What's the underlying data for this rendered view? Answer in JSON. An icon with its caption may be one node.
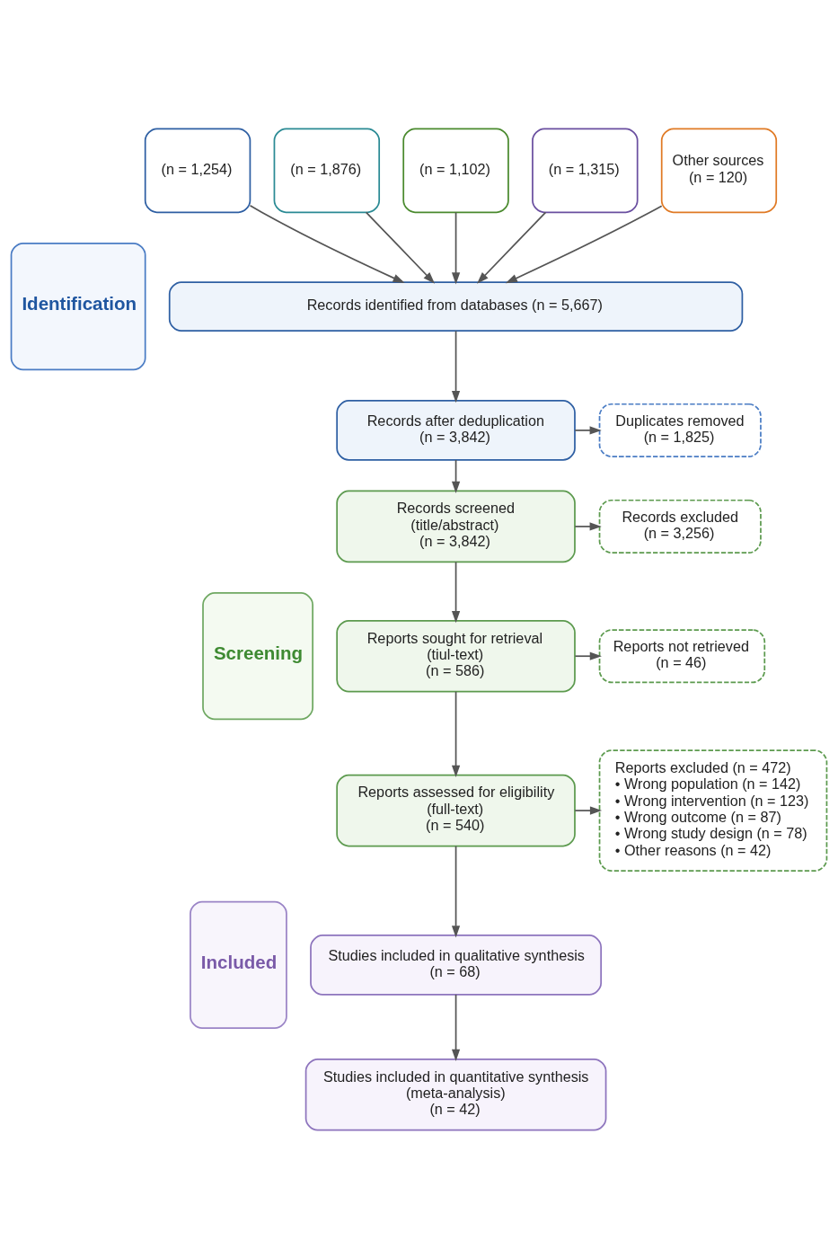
{
  "diagram": {
    "nodes": [
      {
        "text": [
          "Identification"
        ]
      },
      {
        "text": [
          "(n = 1,254)"
        ]
      },
      {
        "text": [
          "(n = 1,876)"
        ]
      },
      {
        "text": [
          "(n = 1,102)"
        ]
      },
      {
        "text": [
          "(n = 1,315)"
        ]
      },
      {
        "text": [
          "Other sources",
          "(n = 120)"
        ]
      },
      {
        "text": [
          "Records identified from databases (n = 5,667)"
        ]
      },
      {
        "text": [
          "Records after deduplication",
          "(n = 3,842)"
        ]
      },
      {
        "text": [
          "Duplicates removed",
          "(n = 1,825)"
        ]
      },
      {
        "text": [
          "Screening"
        ]
      },
      {
        "text": [
          "Records screened (title/abstract)",
          "(n = 3,842)"
        ]
      },
      {
        "text": [
          "Records excluded",
          "(n = 3,256)"
        ]
      },
      {
        "text": [
          "Reports sought for retrieval (tiul-text)",
          "(n = 586)"
        ]
      },
      {
        "text": [
          "Reports not retrieved",
          "(n = 46)"
        ]
      },
      {
        "text": [
          "Reports assessed for eligibility (full-text)",
          "(n = 540)"
        ]
      },
      {
        "text": [
          "Reports excluded (n = 472)",
          "• Wrong population (n = 142)",
          "• Wrong intervention (n = 123)",
          "• Wrong outcome (n = 87)",
          "• Wrong study design (n = 78)",
          "• Other reasons (n = 42)"
        ]
      },
      {
        "text": [
          "Included"
        ]
      },
      {
        "text": [
          "Studies included in qualitative synthesis",
          "(n = 68)"
        ]
      },
      {
        "text": [
          "Studies included in quantitative synthesis (meta-analysis)",
          "(n = 42)"
        ]
      }
    ],
    "edges": [
      {
        "from": 1,
        "to": 6,
        "arrow": "to"
      },
      {
        "from": 2,
        "to": 6,
        "arrow": "to"
      },
      {
        "from": 3,
        "to": 6,
        "arrow": "to"
      },
      {
        "from": 4,
        "to": 6,
        "arrow": "to"
      },
      {
        "from": 5,
        "to": 6,
        "arrow": "to"
      },
      {
        "from": 6,
        "to": 7,
        "arrow": "to"
      },
      {
        "from": 7,
        "to": 8,
        "arrow": "to"
      },
      {
        "from": 7,
        "to": 10,
        "arrow": "to"
      },
      {
        "from": 10,
        "to": 11,
        "arrow": "to"
      },
      {
        "from": 10,
        "to": 12,
        "arrow": "to"
      },
      {
        "from": 12,
        "to": 13,
        "arrow": "to"
      },
      {
        "from": 12,
        "to": 14,
        "arrow": "to"
      },
      {
        "from": 14,
        "to": 15,
        "arrow": "to"
      },
      {
        "from": 14,
        "to": 17,
        "arrow": "to"
      },
      {
        "from": 17,
        "to": 18,
        "arrow": "to"
      }
    ]
  }
}
